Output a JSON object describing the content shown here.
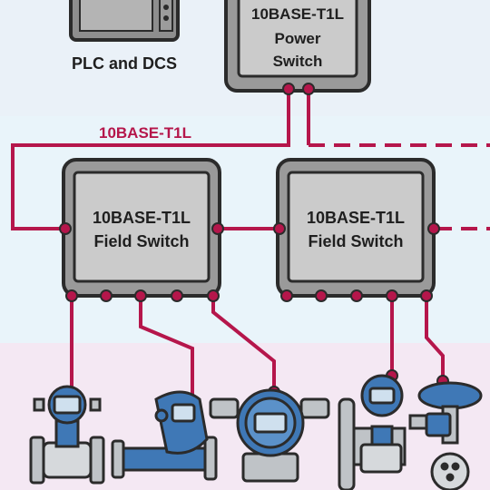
{
  "colors": {
    "bg_top": "#eaf1f8",
    "bg_mid": "#e9f4fa",
    "bg_bottom": "#f4e8f3",
    "cable": "#b5164b",
    "box_outer": "#9a9a9a",
    "box_inner": "#c9c9c9",
    "outline": "#2b2b2b",
    "device_blue": "#3f78b6",
    "device_grey": "#bfc3c7"
  },
  "plc": {
    "label": "PLC and DCS"
  },
  "power_switch": {
    "line1": "10BASE-T1L",
    "line2": "Power",
    "line3": "Switch"
  },
  "trunk_label": "10BASE-T1L",
  "field_switches": [
    {
      "line1": "10BASE-T1L",
      "line2": "Field Switch"
    },
    {
      "line1": "10BASE-T1L",
      "line2": "Field Switch"
    }
  ],
  "devices": [
    {
      "icon": "flowmeter-icon"
    },
    {
      "icon": "coriolis-meter-icon"
    },
    {
      "icon": "pressure-transmitter-icon"
    },
    {
      "icon": "positioner-valve-icon"
    },
    {
      "icon": "control-valve-icon"
    }
  ]
}
